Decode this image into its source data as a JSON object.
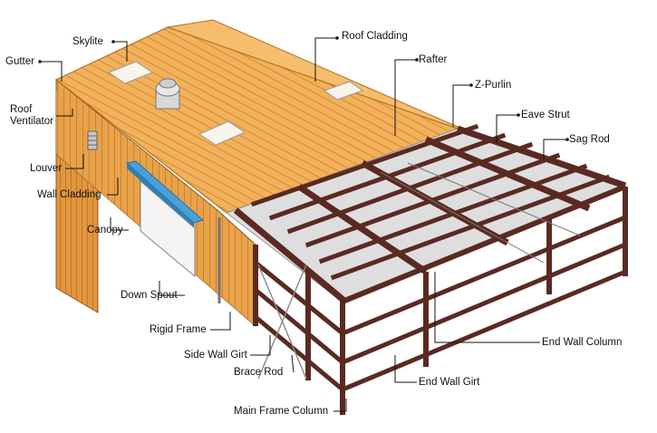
{
  "labels": {
    "skylite": "Skylite",
    "gutter": "Gutter",
    "roof_ventilator_1": "Roof",
    "roof_ventilator_2": "Ventilator",
    "louver": "Louver",
    "wall_cladding": "Wall Cladding",
    "canopy": "Canopy",
    "down_spout": "Down Spout",
    "rigid_frame": "Rigid Frame",
    "side_wall_girt": "Side Wall Girt",
    "brace_rod": "Brace Rod",
    "main_frame_column": "Main Frame Column",
    "roof_cladding": "Roof Cladding",
    "rafter": "Rafter",
    "z_purlin": "Z-Purlin",
    "eave_strut": "Eave Strut",
    "sag_rod": "Sag Rod",
    "end_wall_column": "End Wall Column",
    "end_wall_girt": "End Wall Girt"
  },
  "colors": {
    "roof_cladding": "#f2b15a",
    "wall_cladding": "#e9a24a",
    "steel": "#5a2a22",
    "canopy": "#4aa0d8",
    "roof_underside": "#d9d9d9"
  }
}
